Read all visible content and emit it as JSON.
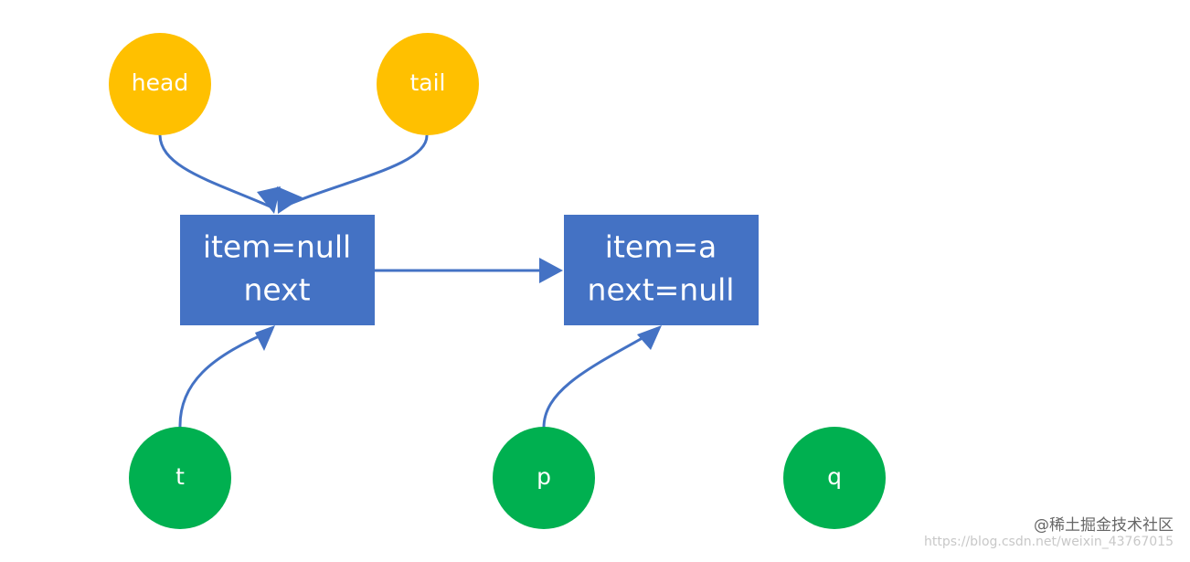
{
  "colors": {
    "pointer_node": "#FFC000",
    "variable_node": "#00B050",
    "list_node": "#4472C4",
    "arrow": "#4472C4",
    "label_text": "#FFFFFF"
  },
  "pointers": {
    "head": "head",
    "tail": "tail"
  },
  "variables": {
    "t": "t",
    "p": "p",
    "q": "q"
  },
  "nodes": [
    {
      "item_label": "item=null",
      "next_label": "next"
    },
    {
      "item_label": "item=a",
      "next_label": "next=null"
    }
  ],
  "watermark": {
    "text": "@稀土掘金技术社区",
    "url": "https://blog.csdn.net/weixin_43767015"
  }
}
